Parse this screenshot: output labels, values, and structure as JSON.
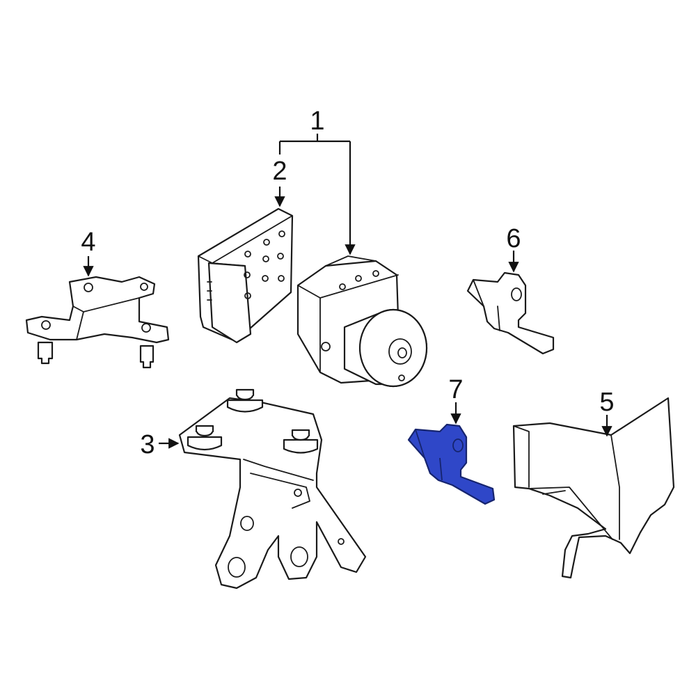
{
  "diagram": {
    "colors": {
      "line": "#1a1a1a",
      "background": "#ffffff",
      "highlight_fill": "#2f47c8",
      "highlight_stroke": "#16246e"
    },
    "callouts": {
      "c1": "1",
      "c2": "2",
      "c3": "3",
      "c4": "4",
      "c5": "5",
      "c6": "6",
      "c7": "7"
    },
    "highlighted_part": "7"
  }
}
